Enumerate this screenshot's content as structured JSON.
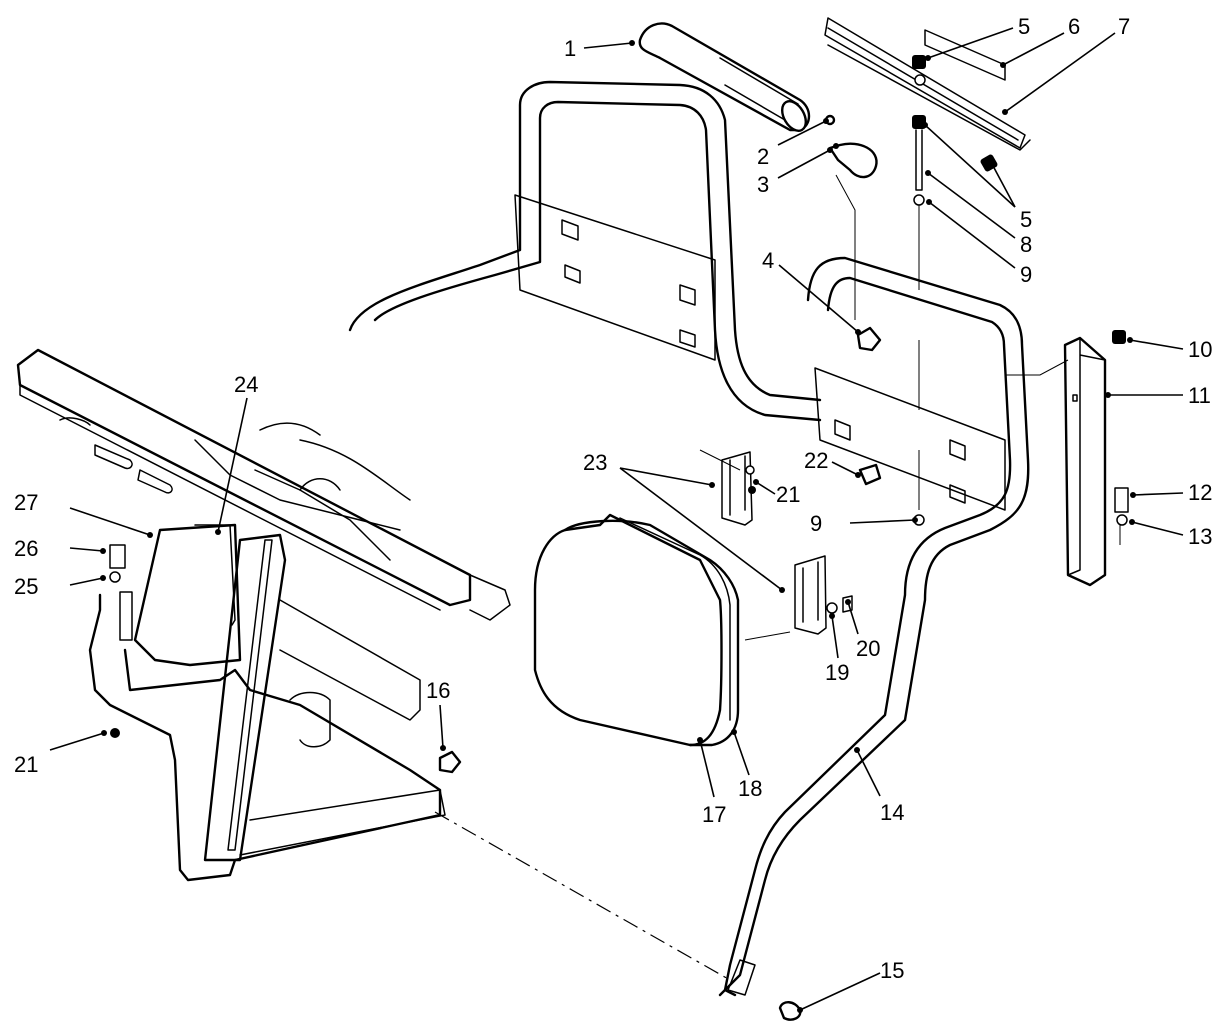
{
  "callouts": [
    {
      "id": "c1",
      "text": "1"
    },
    {
      "id": "c2",
      "text": "2"
    },
    {
      "id": "c3",
      "text": "3"
    },
    {
      "id": "c4",
      "text": "4"
    },
    {
      "id": "c5a",
      "text": "5"
    },
    {
      "id": "c5b",
      "text": "5"
    },
    {
      "id": "c6",
      "text": "6"
    },
    {
      "id": "c7",
      "text": "7"
    },
    {
      "id": "c8",
      "text": "8"
    },
    {
      "id": "c9a",
      "text": "9"
    },
    {
      "id": "c9b",
      "text": "9"
    },
    {
      "id": "c10",
      "text": "10"
    },
    {
      "id": "c11",
      "text": "11"
    },
    {
      "id": "c12",
      "text": "12"
    },
    {
      "id": "c13",
      "text": "13"
    },
    {
      "id": "c14",
      "text": "14"
    },
    {
      "id": "c15",
      "text": "15"
    },
    {
      "id": "c16",
      "text": "16"
    },
    {
      "id": "c17",
      "text": "17"
    },
    {
      "id": "c18",
      "text": "18"
    },
    {
      "id": "c19",
      "text": "19"
    },
    {
      "id": "c20",
      "text": "20"
    },
    {
      "id": "c21a",
      "text": "21"
    },
    {
      "id": "c21b",
      "text": "21"
    },
    {
      "id": "c22",
      "text": "22"
    },
    {
      "id": "c23",
      "text": "23"
    },
    {
      "id": "c24",
      "text": "24"
    },
    {
      "id": "c25",
      "text": "25"
    },
    {
      "id": "c26",
      "text": "26"
    },
    {
      "id": "c27",
      "text": "27"
    }
  ]
}
